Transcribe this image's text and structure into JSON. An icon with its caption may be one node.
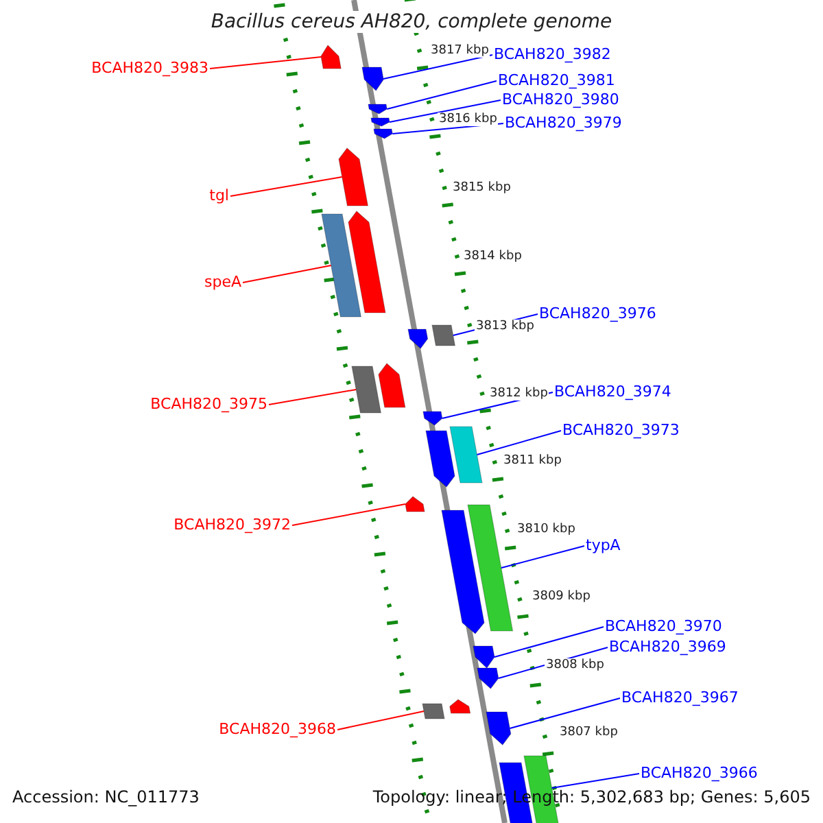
{
  "diagram": {
    "title": "Bacillus cereus AH820, complete genome",
    "nodes": [
      {
        "text": [
          "BCAH820_3983"
        ]
      },
      {
        "text": [],
        "shape": "pentagon"
      },
      {
        "text": [
          "BCAH820_3982"
        ]
      },
      {
        "text": [],
        "shape": "pentagon"
      },
      {
        "text": [
          "BCAH820_3981"
        ]
      },
      {
        "text": [],
        "shape": "pentagon"
      },
      {
        "text": [
          "BCAH820_3980"
        ]
      },
      {
        "text": [],
        "shape": "pentagon"
      },
      {
        "text": [
          "BCAH820_3979"
        ]
      },
      {
        "text": [],
        "shape": "pentagon"
      },
      {
        "text": [
          "tgl"
        ]
      },
      {
        "text": [],
        "shape": "pentagon"
      },
      {
        "text": [
          "speA"
        ]
      },
      {
        "text": [],
        "shape": "bar"
      },
      {
        "text": [],
        "shape": "pentagon"
      },
      {
        "text": [
          "BCAH820_3976"
        ]
      },
      {
        "text": [],
        "shape": "pentagon"
      },
      {
        "text": [],
        "shape": "bar"
      },
      {
        "text": [
          "BCAH820_3975"
        ]
      },
      {
        "text": [],
        "shape": "bar"
      },
      {
        "text": [],
        "shape": "pentagon"
      },
      {
        "text": [
          "BCAH820_3974"
        ]
      },
      {
        "text": [],
        "shape": "pentagon"
      },
      {
        "text": [
          "BCAH820_3973"
        ]
      },
      {
        "text": [],
        "shape": "pentagon"
      },
      {
        "text": [],
        "shape": "bar"
      },
      {
        "text": [
          "BCAH820_3972"
        ]
      },
      {
        "text": [],
        "shape": "pentagon"
      },
      {
        "text": [
          "typA"
        ]
      },
      {
        "text": [],
        "shape": "pentagon"
      },
      {
        "text": [],
        "shape": "bar"
      },
      {
        "text": [
          "BCAH820_3970"
        ]
      },
      {
        "text": [],
        "shape": "pentagon"
      },
      {
        "text": [
          "BCAH820_3969"
        ]
      },
      {
        "text": [],
        "shape": "pentagon"
      },
      {
        "text": [
          "BCAH820_3968"
        ]
      },
      {
        "text": [],
        "shape": "bar"
      },
      {
        "text": [],
        "shape": "pentagon"
      },
      {
        "text": [
          "BCAH820_3967"
        ]
      },
      {
        "text": [],
        "shape": "pentagon"
      },
      {
        "text": [
          "BCAH820_3966"
        ]
      },
      {
        "text": [],
        "shape": "pentagon"
      },
      {
        "text": [],
        "shape": "bar"
      }
    ],
    "edges": [
      {
        "from": 0,
        "to": 1,
        "arrow": "none",
        "color": "#ff0000"
      },
      {
        "from": 2,
        "to": 3,
        "arrow": "none"
      },
      {
        "from": 4,
        "to": 5,
        "arrow": "none"
      },
      {
        "from": 6,
        "to": 7,
        "arrow": "none"
      },
      {
        "from": 8,
        "to": 9,
        "arrow": "none"
      },
      {
        "from": 10,
        "to": 11,
        "arrow": "none",
        "color": "#ff0000"
      },
      {
        "from": 12,
        "to": 13,
        "arrow": "none",
        "color": "#ff0000"
      },
      {
        "from": 15,
        "to": 17,
        "arrow": "none"
      },
      {
        "from": 18,
        "to": 19,
        "arrow": "none",
        "color": "#ff0000"
      },
      {
        "from": 21,
        "to": 22,
        "arrow": "none"
      },
      {
        "from": 23,
        "to": 25,
        "arrow": "none"
      },
      {
        "from": 26,
        "to": 27,
        "arrow": "none",
        "color": "#ff0000"
      },
      {
        "from": 28,
        "to": 30,
        "arrow": "none"
      },
      {
        "from": 31,
        "to": 32,
        "arrow": "none"
      },
      {
        "from": 33,
        "to": 34,
        "arrow": "none"
      },
      {
        "from": 35,
        "to": 36,
        "arrow": "none",
        "color": "#ff0000"
      },
      {
        "from": 38,
        "to": 39,
        "arrow": "none"
      },
      {
        "from": 40,
        "to": 42,
        "arrow": "none"
      }
    ],
    "labels": [
      "3817 kbp",
      "3816 kbp",
      "3815 kbp",
      "3814 kbp",
      "3813 kbp",
      "3812 kbp",
      "3811 kbp",
      "3810 kbp",
      "3809 kbp",
      "3808 kbp",
      "3807 kbp",
      "Accession: NC_011773",
      "Topology: linear; Length: 5,302,683 bp; Genes: 5,605"
    ]
  }
}
